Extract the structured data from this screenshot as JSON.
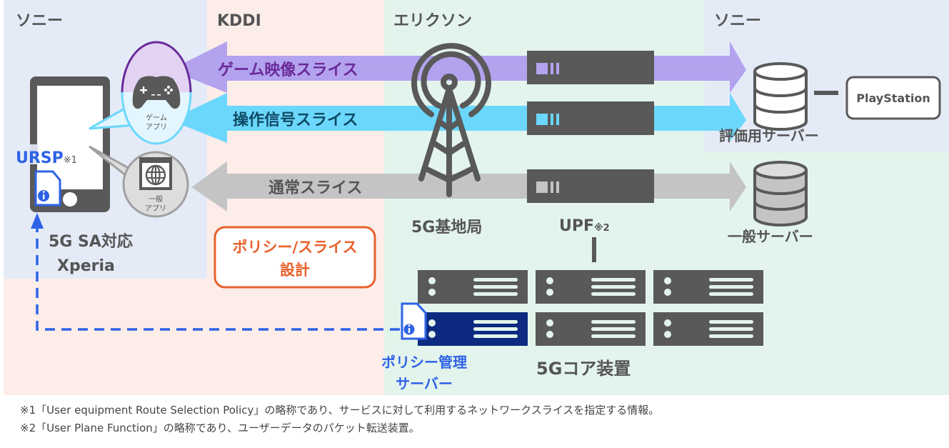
{
  "regions": {
    "sony_left": {
      "label": "ソニー",
      "color": "#e4ebf7"
    },
    "kddi": {
      "label": "KDDI",
      "color": "#fcede9"
    },
    "ericsson": {
      "label": "エリクソン",
      "color": "#e3f4ec"
    },
    "sony_right": {
      "label": "ソニー",
      "color": "#e4ebf7"
    }
  },
  "slices": [
    {
      "label": "ゲーム映像スライス",
      "color": "#b3a2ee",
      "text_color": "#6a2a9a"
    },
    {
      "label": "操作信号スライス",
      "color": "#6cd7fc",
      "text_color": "#0e4a66"
    },
    {
      "label": "通常スライス",
      "color": "#c4c4c4",
      "text_color": "#555555"
    }
  ],
  "device": {
    "name_line1": "5G SA対応",
    "name_line2": "Xperia",
    "ursp_label": "URSP",
    "ursp_note": "※1",
    "game_app_line1": "ゲーム",
    "game_app_line2": "アプリ",
    "general_app_line1": "一般",
    "general_app_line2": "アプリ"
  },
  "base_station": {
    "label": "5G基地局"
  },
  "upf": {
    "label": "UPF",
    "note": "※2"
  },
  "core": {
    "label": "5Gコア装置"
  },
  "policy_design": {
    "line1": "ポリシー/スライス",
    "line2": "設計",
    "color": "#e8612c"
  },
  "policy_server": {
    "line1": "ポリシー管理",
    "line2": "サーバー",
    "color": "#2e62e6"
  },
  "eval_server": {
    "label": "評価用サーバー"
  },
  "playstation": {
    "label": "PlayStation"
  },
  "general_server": {
    "label": "一般サーバー"
  },
  "footnotes": [
    "※1「User equipment Route Selection Policy」の略称であり、サービスに対して利用するネットワークスライスを指定する情報。",
    "※2「User Plane Function」の略称であり、ユーザーデータのパケット転送装置。"
  ],
  "colors": {
    "dark": "#595959",
    "navy": "#0b2a80",
    "accent_blue": "#2e62e6",
    "purple_outline": "#6a2a9a"
  }
}
